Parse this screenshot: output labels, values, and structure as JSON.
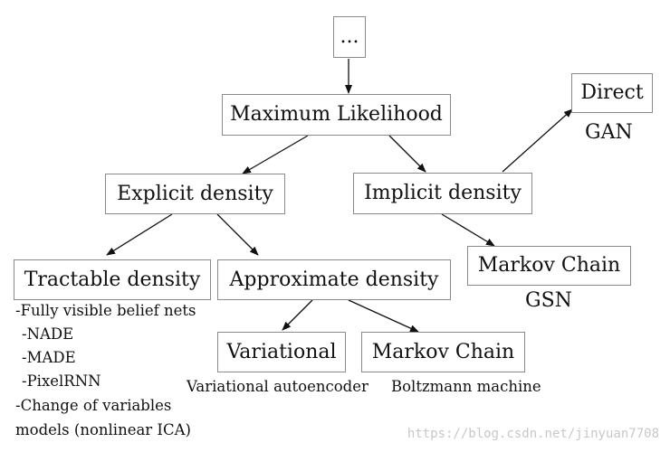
{
  "nodes": {
    "root": "...",
    "maximum_likelihood": "Maximum Likelihood",
    "explicit_density": "Explicit density",
    "implicit_density": "Implicit density",
    "direct": "Direct",
    "markov_chain_implicit": "Markov Chain",
    "tractable_density": "Tractable density",
    "approximate_density": "Approximate density",
    "variational": "Variational",
    "markov_chain_approx": "Markov Chain"
  },
  "sublabels": {
    "direct": "GAN",
    "markov_chain_implicit": "GSN"
  },
  "captions": {
    "variational": "Variational autoencoder",
    "markov_chain_approx": "Boltzmann machine"
  },
  "tractable_list": [
    "-Fully visible belief nets",
    "-NADE",
    "-MADE",
    "-PixelRNN",
    "-Change of variables",
    "models (nonlinear ICA)"
  ],
  "watermark": "https://blog.csdn.net/jinyuan7708"
}
